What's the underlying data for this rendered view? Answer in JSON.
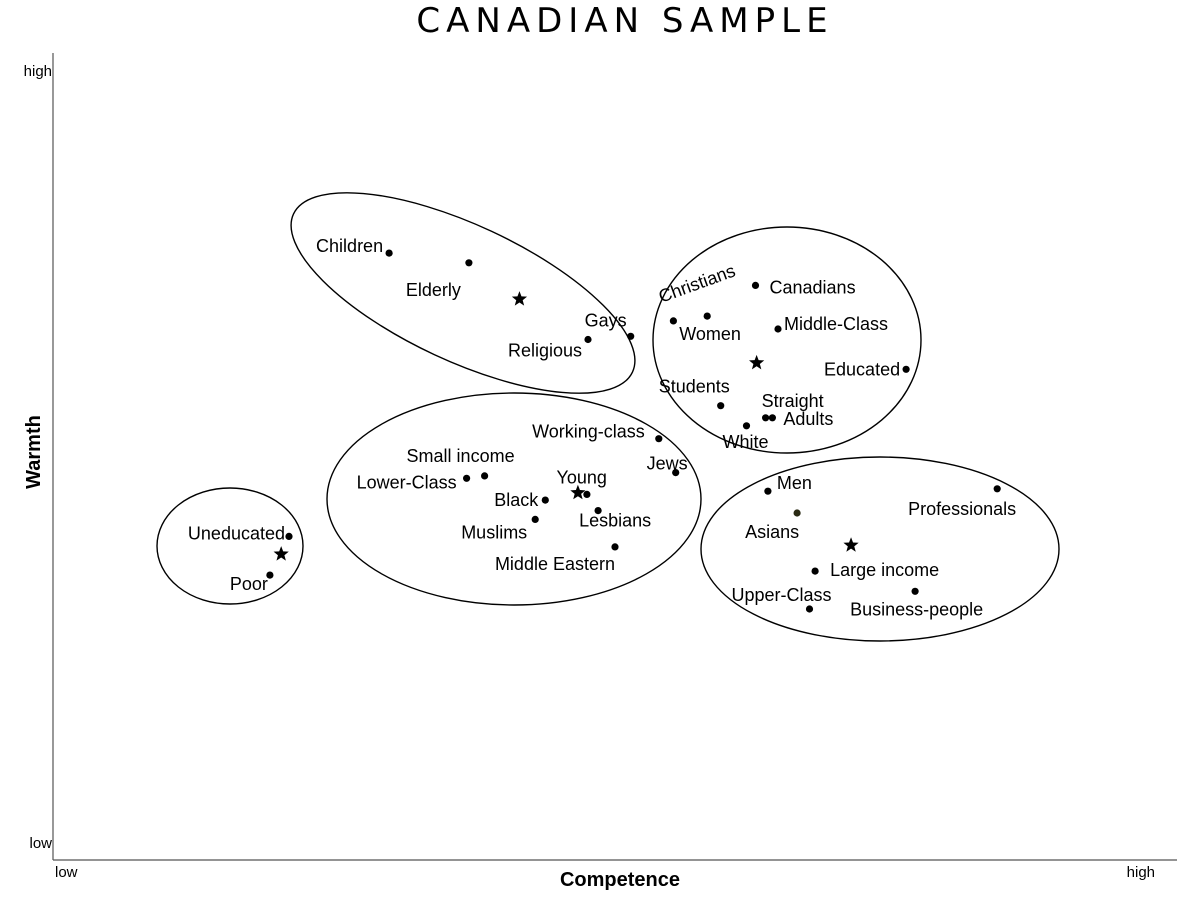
{
  "chart_data": {
    "type": "scatter",
    "title": "CANADIAN SAMPLE",
    "xlabel": "Competence",
    "ylabel": "Warmth",
    "x_ticks": [
      "low",
      "high"
    ],
    "y_ticks": [
      "low",
      "high"
    ],
    "xlim": [
      0,
      100
    ],
    "ylim": [
      0,
      100
    ],
    "grid": false,
    "points": [
      {
        "label": "Children",
        "x": 29.9,
        "y": 75.2
      },
      {
        "label": "Elderly",
        "x": 37.0,
        "y": 74.0
      },
      {
        "label": "Gays",
        "x": 51.4,
        "y": 64.9
      },
      {
        "label": "Religious",
        "x": 47.6,
        "y": 64.5
      },
      {
        "label": "Christians",
        "x": 55.2,
        "y": 66.8
      },
      {
        "label": "Canadians",
        "x": 62.5,
        "y": 71.2
      },
      {
        "label": "Women",
        "x": 58.2,
        "y": 67.4
      },
      {
        "label": "Middle-Class",
        "x": 64.5,
        "y": 65.8
      },
      {
        "label": "Educated",
        "x": 75.9,
        "y": 60.8
      },
      {
        "label": "Students",
        "x": 59.4,
        "y": 56.3
      },
      {
        "label": "Straight",
        "x": 63.4,
        "y": 54.8
      },
      {
        "label": "Adults",
        "x": 64.0,
        "y": 54.8
      },
      {
        "label": "White",
        "x": 61.7,
        "y": 53.8
      },
      {
        "label": "Working-class",
        "x": 53.9,
        "y": 52.2
      },
      {
        "label": "Small income",
        "x": 38.4,
        "y": 47.6
      },
      {
        "label": "Lower-Class",
        "x": 36.8,
        "y": 47.3
      },
      {
        "label": "Jews",
        "x": 55.4,
        "y": 48.0
      },
      {
        "label": "Young",
        "x": 47.5,
        "y": 45.3
      },
      {
        "label": "Black",
        "x": 43.8,
        "y": 44.6
      },
      {
        "label": "Lesbians",
        "x": 48.5,
        "y": 43.3
      },
      {
        "label": "Muslims",
        "x": 42.9,
        "y": 42.2
      },
      {
        "label": "Middle Eastern",
        "x": 50.0,
        "y": 38.8
      },
      {
        "label": "Uneducated",
        "x": 21.0,
        "y": 40.1
      },
      {
        "label": "Poor",
        "x": 19.3,
        "y": 35.3
      },
      {
        "label": "Men",
        "x": 63.6,
        "y": 45.7
      },
      {
        "label": "Professionals",
        "x": 84.0,
        "y": 46.0
      },
      {
        "label": "Asians",
        "x": 66.2,
        "y": 43.0
      },
      {
        "label": "Large income",
        "x": 67.8,
        "y": 35.8
      },
      {
        "label": "Upper-Class",
        "x": 67.3,
        "y": 31.1
      },
      {
        "label": "Business-people",
        "x": 76.7,
        "y": 33.3
      }
    ],
    "cluster_centers": [
      {
        "x": 41.5,
        "y": 69.5
      },
      {
        "x": 62.6,
        "y": 61.6
      },
      {
        "x": 46.7,
        "y": 45.5
      },
      {
        "x": 20.3,
        "y": 37.9
      },
      {
        "x": 71.0,
        "y": 39.0
      }
    ],
    "clusters": 5
  }
}
